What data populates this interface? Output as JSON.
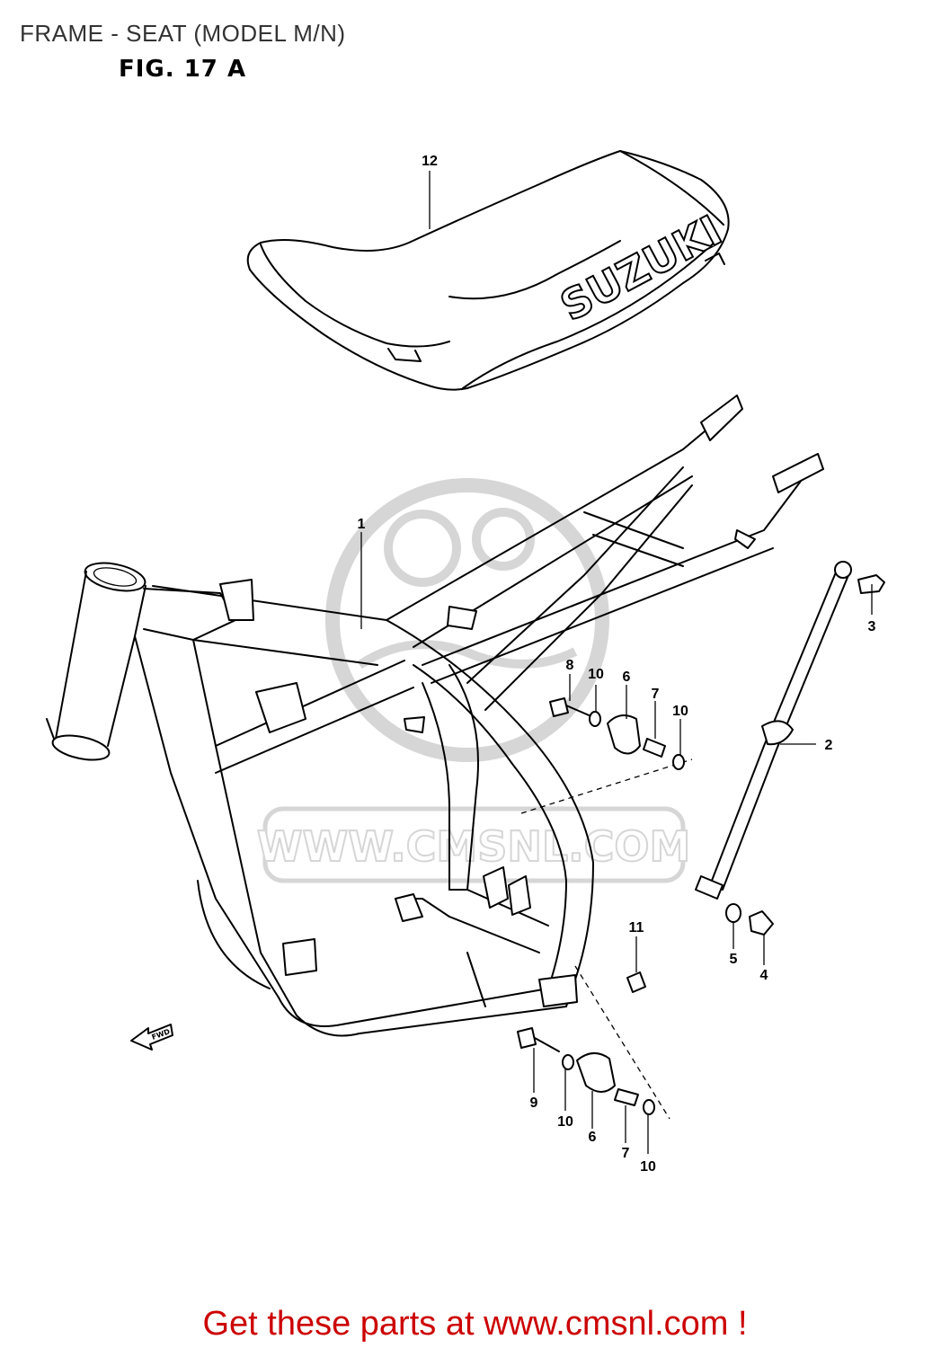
{
  "header": {
    "title": "FRAME - SEAT (MODEL M/N)",
    "figure": "FIG. 17 A"
  },
  "callouts": {
    "c1": "1",
    "c2": "2",
    "c3": "3",
    "c4": "4",
    "c5": "5",
    "c6a": "6",
    "c6b": "6",
    "c7a": "7",
    "c7b": "7",
    "c8": "8",
    "c9": "9",
    "c10a": "10",
    "c10b": "10",
    "c10c": "10",
    "c10d": "10",
    "c11": "11",
    "c12": "12"
  },
  "seat_logo": "SUZUKI",
  "fwd_arrow": "FWD",
  "watermark": "WWW.CMSNL.COM",
  "footer": {
    "link_text": "Get these parts at www.cmsnl.com !"
  },
  "colors": {
    "footer_link": "#cc0000",
    "watermark": "#b5b5b5"
  }
}
